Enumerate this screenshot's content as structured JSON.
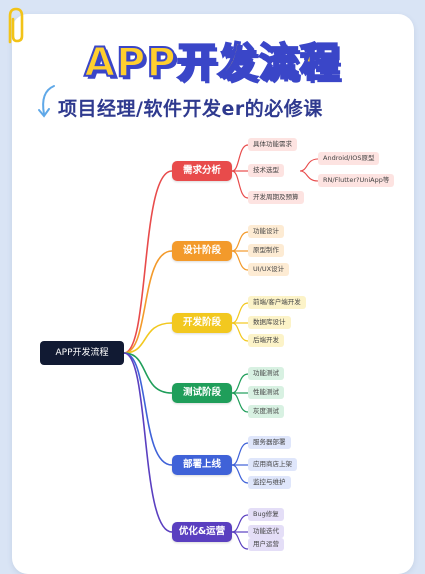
{
  "title": "APP开发流程",
  "subtitle": "项目经理/软件开发er的必修课",
  "root": "APP开发流程",
  "stages": [
    {
      "label": "需求分析",
      "color": "#e84b4b",
      "tint": "#fde3e1",
      "items": [
        "具体功能需求",
        "技术选型",
        "开发周期及预算"
      ],
      "sub": [
        "Android/IOS原型",
        "RN/Flutter?UniApp等"
      ]
    },
    {
      "label": "设计阶段",
      "color": "#f39a2b",
      "tint": "#fdebd3",
      "items": [
        "功能设计",
        "原型制作",
        "UI/UX设计"
      ]
    },
    {
      "label": "开发阶段",
      "color": "#f2c81f",
      "tint": "#fcf3c8",
      "items": [
        "前端/客户端开发",
        "数据库设计",
        "后端开发"
      ]
    },
    {
      "label": "测试阶段",
      "color": "#1f9e5a",
      "tint": "#d8f1e2",
      "items": [
        "功能测试",
        "性能测试",
        "灰度测试"
      ]
    },
    {
      "label": "部署上线",
      "color": "#3f62d8",
      "tint": "#dfe6fb",
      "items": [
        "服务器部署",
        "应用商店上架",
        "监控与维护"
      ]
    },
    {
      "label": "优化&运营",
      "color": "#5a3fc0",
      "tint": "#e4def7",
      "items": [
        "Bug修复",
        "功能迭代",
        "用户运营"
      ]
    }
  ]
}
